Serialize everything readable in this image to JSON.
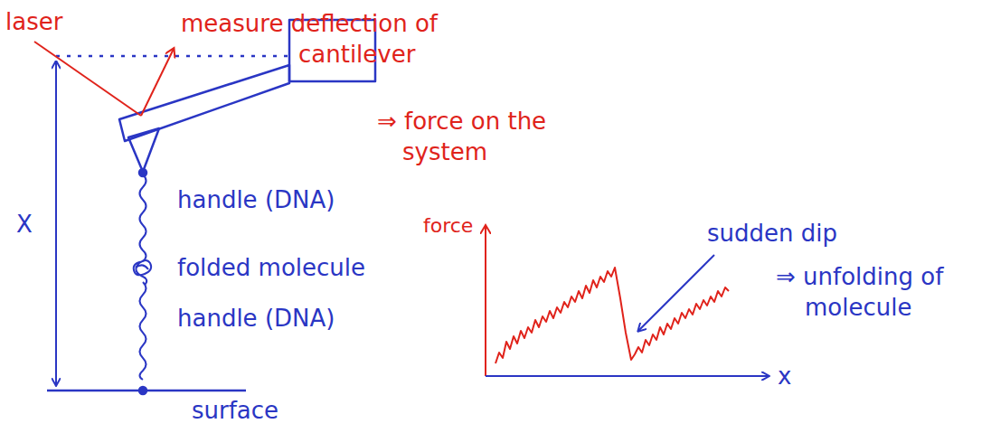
{
  "diagram": {
    "labels": [
      "laser",
      "measure deflection of cantilever",
      "⇒ force on the system",
      "X",
      "handle (DNA)",
      "folded molecule",
      "handle (DNA)",
      "surface",
      "force",
      "x",
      "sudden dip",
      "⇒ unfolding of molecule"
    ]
  }
}
